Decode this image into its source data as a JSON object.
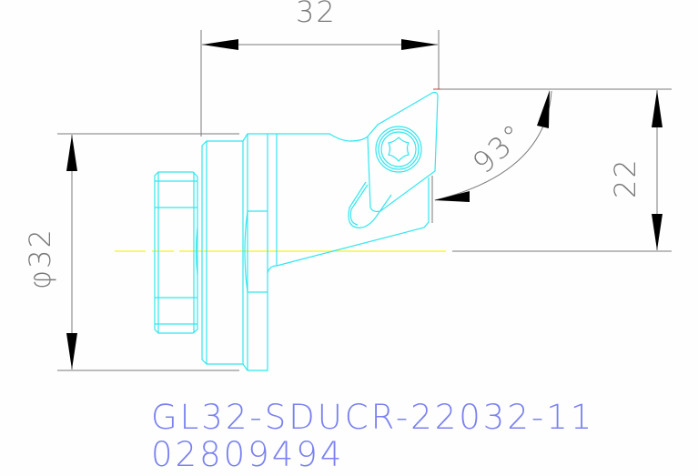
{
  "drawing": {
    "title": "Boring bar holder technical drawing",
    "colors": {
      "background": "#fdfefd",
      "outline": "#33e6f0",
      "centerline": "#f5f542",
      "dimension": "#7a7a7a",
      "arrow": "#000000",
      "part_text": "#7a80f0",
      "corner_mark": "#e03030"
    },
    "dimensions": {
      "width": "32",
      "height": "22",
      "diameter": "φ32",
      "angle": "93°"
    },
    "part": {
      "code": "GL32-SDUCR-22032-11",
      "number": "02809494"
    }
  }
}
